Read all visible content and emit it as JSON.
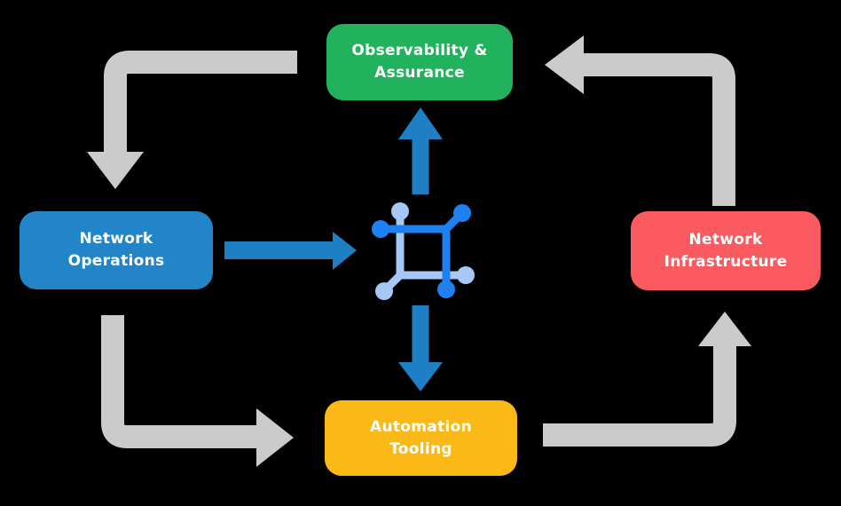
{
  "diagram": {
    "description": "Closed-loop network management cycle diagram with central network platform icon"
  },
  "nodes": [
    {
      "id": "observability-assurance",
      "label": "Observability &\nAssurance",
      "color": "#22B15C",
      "position": "top"
    },
    {
      "id": "network-operations",
      "label": "Network\nOperations",
      "color": "#2285C8",
      "position": "left"
    },
    {
      "id": "network-infrastructure",
      "label": "Network\nInfrastructure",
      "color": "#FB5A60",
      "position": "right"
    },
    {
      "id": "automation-tooling",
      "label": "Automation\nTooling",
      "color": "#FBB917",
      "position": "bottom"
    }
  ],
  "edges": [
    {
      "from": "observability-assurance",
      "to": "network-operations",
      "style": "gray-elbow"
    },
    {
      "from": "network-operations",
      "to": "automation-tooling",
      "style": "gray-elbow"
    },
    {
      "from": "automation-tooling",
      "to": "network-infrastructure",
      "style": "gray-elbow"
    },
    {
      "from": "network-infrastructure",
      "to": "observability-assurance",
      "style": "gray-elbow"
    },
    {
      "from": "network-operations",
      "to": "center-icon",
      "style": "blue-straight"
    },
    {
      "from": "center-icon",
      "to": "observability-assurance",
      "style": "blue-straight"
    },
    {
      "from": "center-icon",
      "to": "automation-tooling",
      "style": "blue-straight"
    }
  ],
  "center_icon": {
    "name": "network-platform-icon"
  },
  "colors": {
    "flow_arrow": "#CBCBCB",
    "data_arrow": "#1E7FC4",
    "icon_dark": "#1F80F0",
    "icon_light": "#A5C8F6",
    "background": "#000000",
    "text": "#FFFFFF"
  }
}
